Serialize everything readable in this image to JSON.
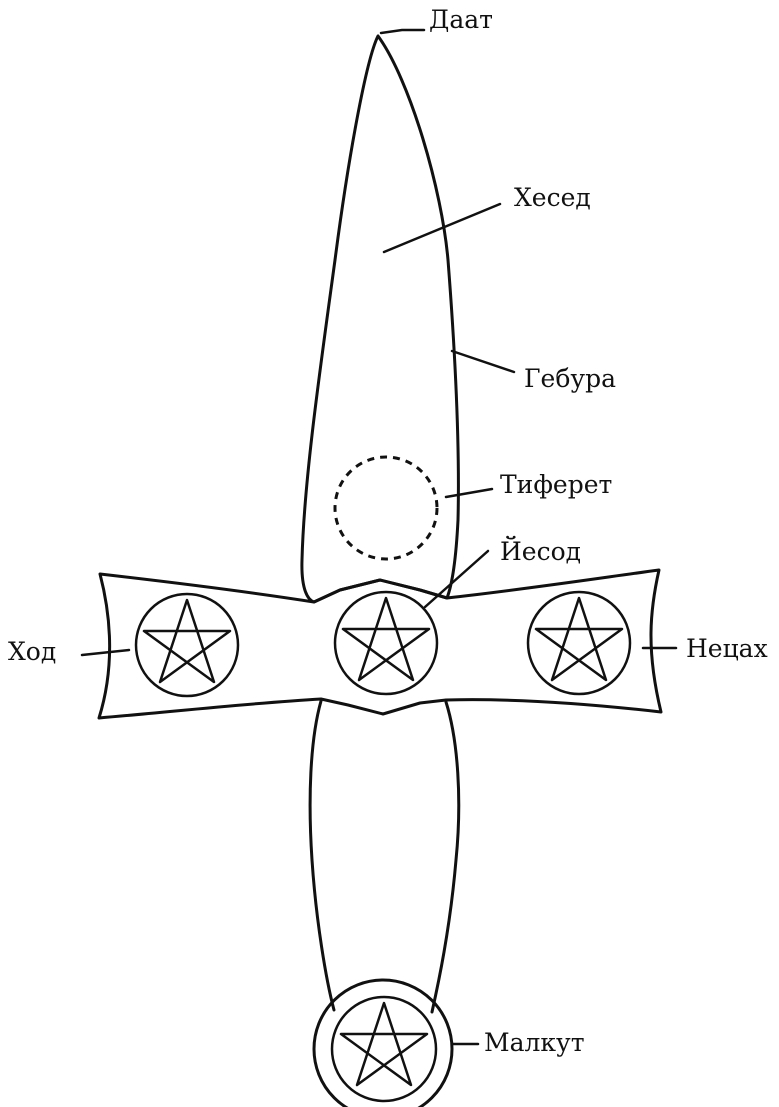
{
  "diagram": {
    "labels": {
      "daat": "Даат",
      "hesed": "Хесед",
      "gebura": "Гебура",
      "tiferet": "Тиферет",
      "yesod": "Йесод",
      "hod": "Ход",
      "netsah": "Нецах",
      "malkut": "Малкут"
    },
    "colors": {
      "ink": "#111111",
      "background": "#ffffff"
    },
    "symbols": {
      "pentagram": "pentagram-icon",
      "tiferet_marker": "dashed-circle"
    }
  }
}
